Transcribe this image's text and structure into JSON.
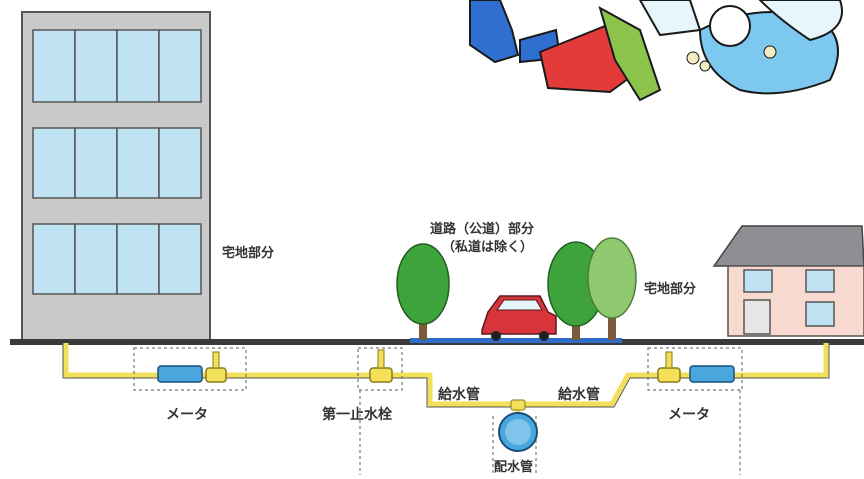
{
  "labels": {
    "residential_left": "宅地部分",
    "road_line1": "道路（公道）部分",
    "road_line2": "（私道は除く）",
    "residential_right": "宅地部分",
    "meter_left": "メータ",
    "first_stop_valve": "第一止水栓",
    "service_pipe_left": "給水管",
    "service_pipe_right": "給水管",
    "meter_right": "メータ",
    "distribution_main": "配水管"
  },
  "colors": {
    "pipe_yellow": "#f2df5a",
    "road_blue": "#2e6ec8",
    "meter_blue": "#4aa6dc",
    "building_gray": "#c9c9c9",
    "window_blue": "#bfe3f2",
    "tree_green": "#3da33a",
    "car_red": "#d7343c",
    "house_roof": "#8d8f93",
    "house_wall": "#f8d9cf"
  }
}
